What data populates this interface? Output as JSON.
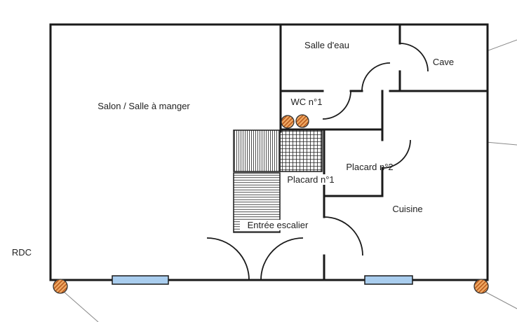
{
  "floor_label": "RDC",
  "rooms": {
    "salon": "Salon / Salle à manger",
    "salle_deau": "Salle d'eau",
    "cave": "Cave",
    "wc": "WC n°1",
    "placard1": "Placard n°1",
    "placard2": "Placard n°2",
    "entree": "Entrée escalier",
    "cuisine": "Cuisine"
  },
  "colors": {
    "wall": "#1a1a1a",
    "window_fill": "#a9cdee",
    "detector_fill": "#f0a964",
    "detector_hatch": "#b04f12",
    "callout_line": "#8a8a8a"
  }
}
